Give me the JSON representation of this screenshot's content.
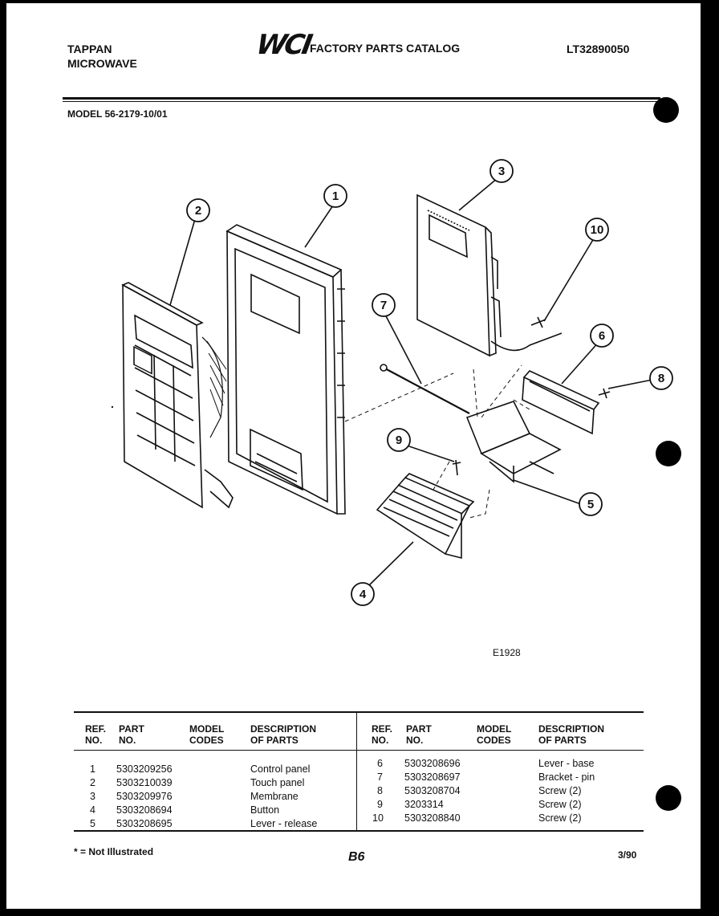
{
  "header": {
    "brand_line1": "TAPPAN",
    "brand_line2": "MICROWAVE",
    "logo_text": "WCI",
    "catalog_title": "FACTORY PARTS CATALOG",
    "catalog_number": "LT32890050",
    "model": "MODEL 56-2179-10/01"
  },
  "diagram": {
    "callouts": [
      "1",
      "2",
      "3",
      "4",
      "5",
      "6",
      "7",
      "8",
      "9",
      "10"
    ],
    "figure_code": "E1928"
  },
  "table": {
    "headers": {
      "ref": "REF.\nNO.",
      "part": "PART\nNO.",
      "model": "MODEL\nCODES",
      "desc": "DESCRIPTION\nOF PARTS"
    },
    "left": [
      {
        "ref": "1",
        "part": "5303209256",
        "desc": "Control panel"
      },
      {
        "ref": "2",
        "part": "5303210039",
        "desc": "Touch panel"
      },
      {
        "ref": "3",
        "part": "5303209976",
        "desc": "Membrane"
      },
      {
        "ref": "4",
        "part": "5303208694",
        "desc": "Button"
      },
      {
        "ref": "5",
        "part": "5303208695",
        "desc": "Lever - release"
      }
    ],
    "right": [
      {
        "ref": "6",
        "part": "5303208696",
        "desc": "Lever - base"
      },
      {
        "ref": "7",
        "part": "5303208697",
        "desc": "Bracket - pin"
      },
      {
        "ref": "8",
        "part": "5303208704",
        "desc": "Screw (2)"
      },
      {
        "ref": "9",
        "part": "3203314",
        "desc": "Screw (2)"
      },
      {
        "ref": "10",
        "part": "5303208840",
        "desc": "Screw (2)"
      }
    ]
  },
  "footer": {
    "note": "* = Not Illustrated",
    "page": "B6",
    "date": "3/90"
  }
}
